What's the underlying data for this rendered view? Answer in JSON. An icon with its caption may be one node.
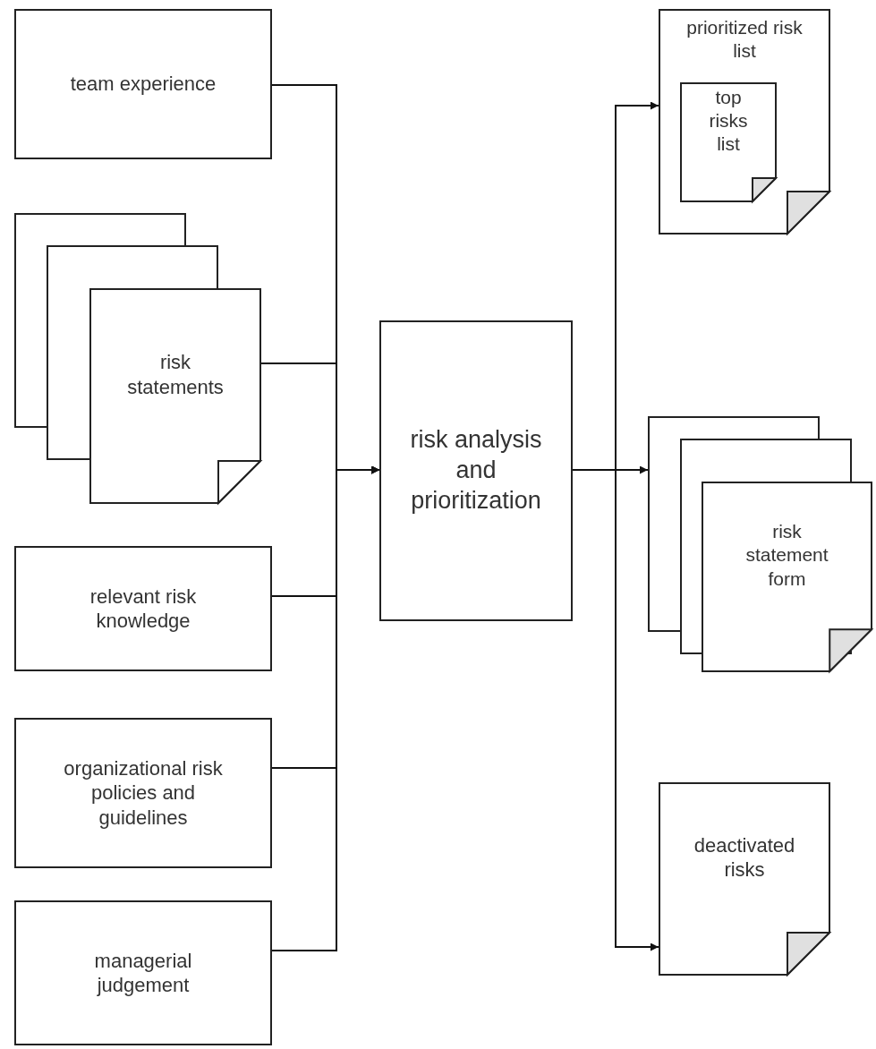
{
  "diagram": {
    "nodes": [
      {
        "text": [
          "team experience"
        ]
      },
      {
        "text": [
          "risk statements"
        ]
      },
      {
        "text": [
          "relevant risk knowledge"
        ]
      },
      {
        "text": [
          "organizational risk policies and guidelines"
        ]
      },
      {
        "text": [
          "managerial judgement"
        ]
      },
      {
        "text": [
          "risk analysis and prioritization"
        ]
      },
      {
        "text": [
          "prioritized risk list"
        ]
      },
      {
        "text": [
          "top risks list"
        ],
        "in": 6
      },
      {
        "text": [
          "risk statement form"
        ]
      },
      {
        "text": [
          "deactivated risks"
        ]
      }
    ],
    "edges": [
      {
        "from": 0,
        "to": 5,
        "arrow": "to"
      },
      {
        "from": 1,
        "to": 5,
        "arrow": "to"
      },
      {
        "from": 2,
        "to": 5,
        "arrow": "to"
      },
      {
        "from": 3,
        "to": 5,
        "arrow": "to"
      },
      {
        "from": 4,
        "to": 5,
        "arrow": "to"
      },
      {
        "from": 5,
        "to": 6,
        "arrow": "to"
      },
      {
        "from": 5,
        "to": 8,
        "arrow": "to"
      },
      {
        "from": 5,
        "to": 9,
        "arrow": "to"
      }
    ]
  }
}
